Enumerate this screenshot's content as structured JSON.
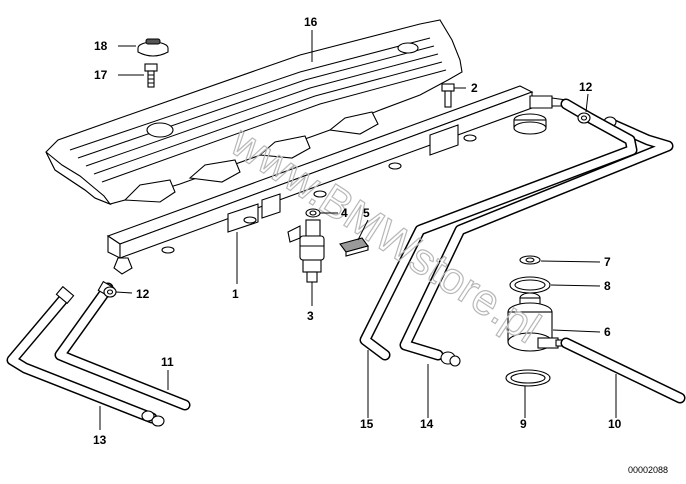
{
  "diagram_id": "00002088",
  "watermark": "www.BMWstore.pl",
  "callouts": {
    "c1": "1",
    "c2": "2",
    "c3": "3",
    "c4": "4",
    "c5": "5",
    "c6": "6",
    "c7": "7",
    "c8": "8",
    "c9": "9",
    "c10": "10",
    "c11": "11",
    "c12a": "12",
    "c12b": "12",
    "c13": "13",
    "c14": "14",
    "c15": "15",
    "c16": "16",
    "c17": "17",
    "c18": "18"
  }
}
